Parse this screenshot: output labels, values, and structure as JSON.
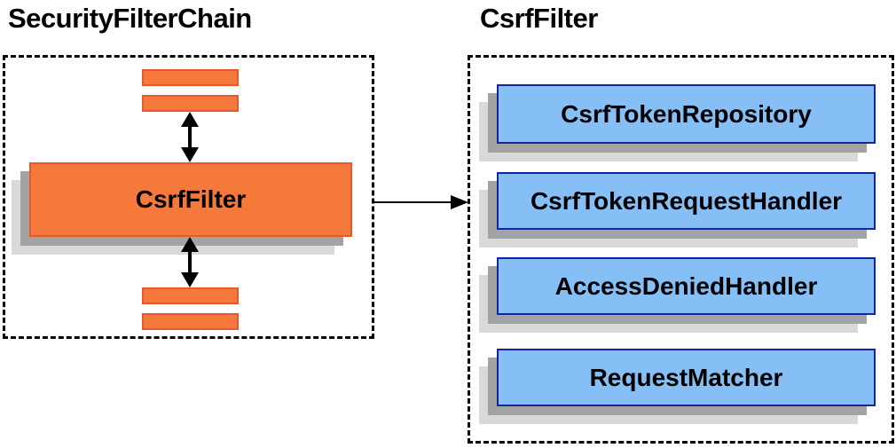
{
  "diagram": {
    "left_panel": {
      "title": "SecurityFilterChain",
      "filter_label": "CsrfFilter"
    },
    "right_panel": {
      "title": "CsrfFilter",
      "components": [
        {
          "label": "CsrfTokenRepository"
        },
        {
          "label": "CsrfTokenRequestHandler"
        },
        {
          "label": "AccessDeniedHandler"
        },
        {
          "label": "RequestMatcher"
        }
      ]
    },
    "colors": {
      "filter_orange_fill": "#F4793B",
      "filter_orange_border": "#E8572E",
      "component_blue_fill": "#85BFF5",
      "component_blue_border": "#16249E",
      "shadow_near": "#A3A3A3",
      "shadow_far": "#D9D9D9",
      "arrow": "#000000"
    }
  }
}
